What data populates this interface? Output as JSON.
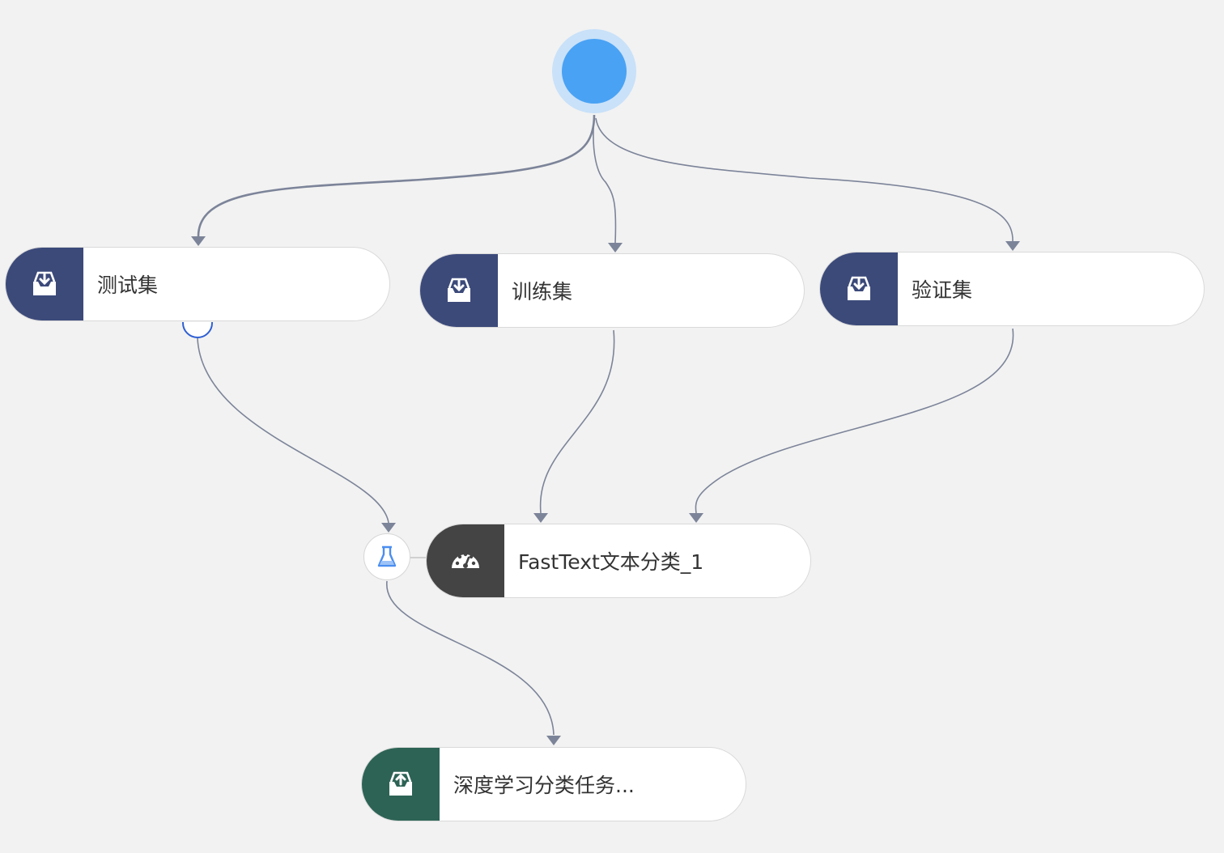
{
  "colors": {
    "background": "#f2f2f2",
    "start_node": "#49a2f4",
    "start_halo": "#c9e1f9",
    "dataset_icon_bg": "#3c4a7a",
    "model_icon_bg": "#444444",
    "output_icon_bg": "#2d6355",
    "edge": "#7c8499",
    "port_border": "#2e5fd3",
    "flask_icon": "#4a8ef0"
  },
  "nodes": {
    "test_set": {
      "label": "测试集",
      "icon": "inbox-download-icon"
    },
    "train_set": {
      "label": "训练集",
      "icon": "inbox-download-icon"
    },
    "valid_set": {
      "label": "验证集",
      "icon": "inbox-download-icon"
    },
    "model": {
      "label": "FastText文本分类_1",
      "icon": "dashboard-gauge-icon"
    },
    "output_task": {
      "label": "深度学习分类任务...",
      "icon": "inbox-upload-icon"
    },
    "evaluate": {
      "icon": "flask-icon"
    },
    "start": {
      "icon": "start-circle"
    }
  }
}
